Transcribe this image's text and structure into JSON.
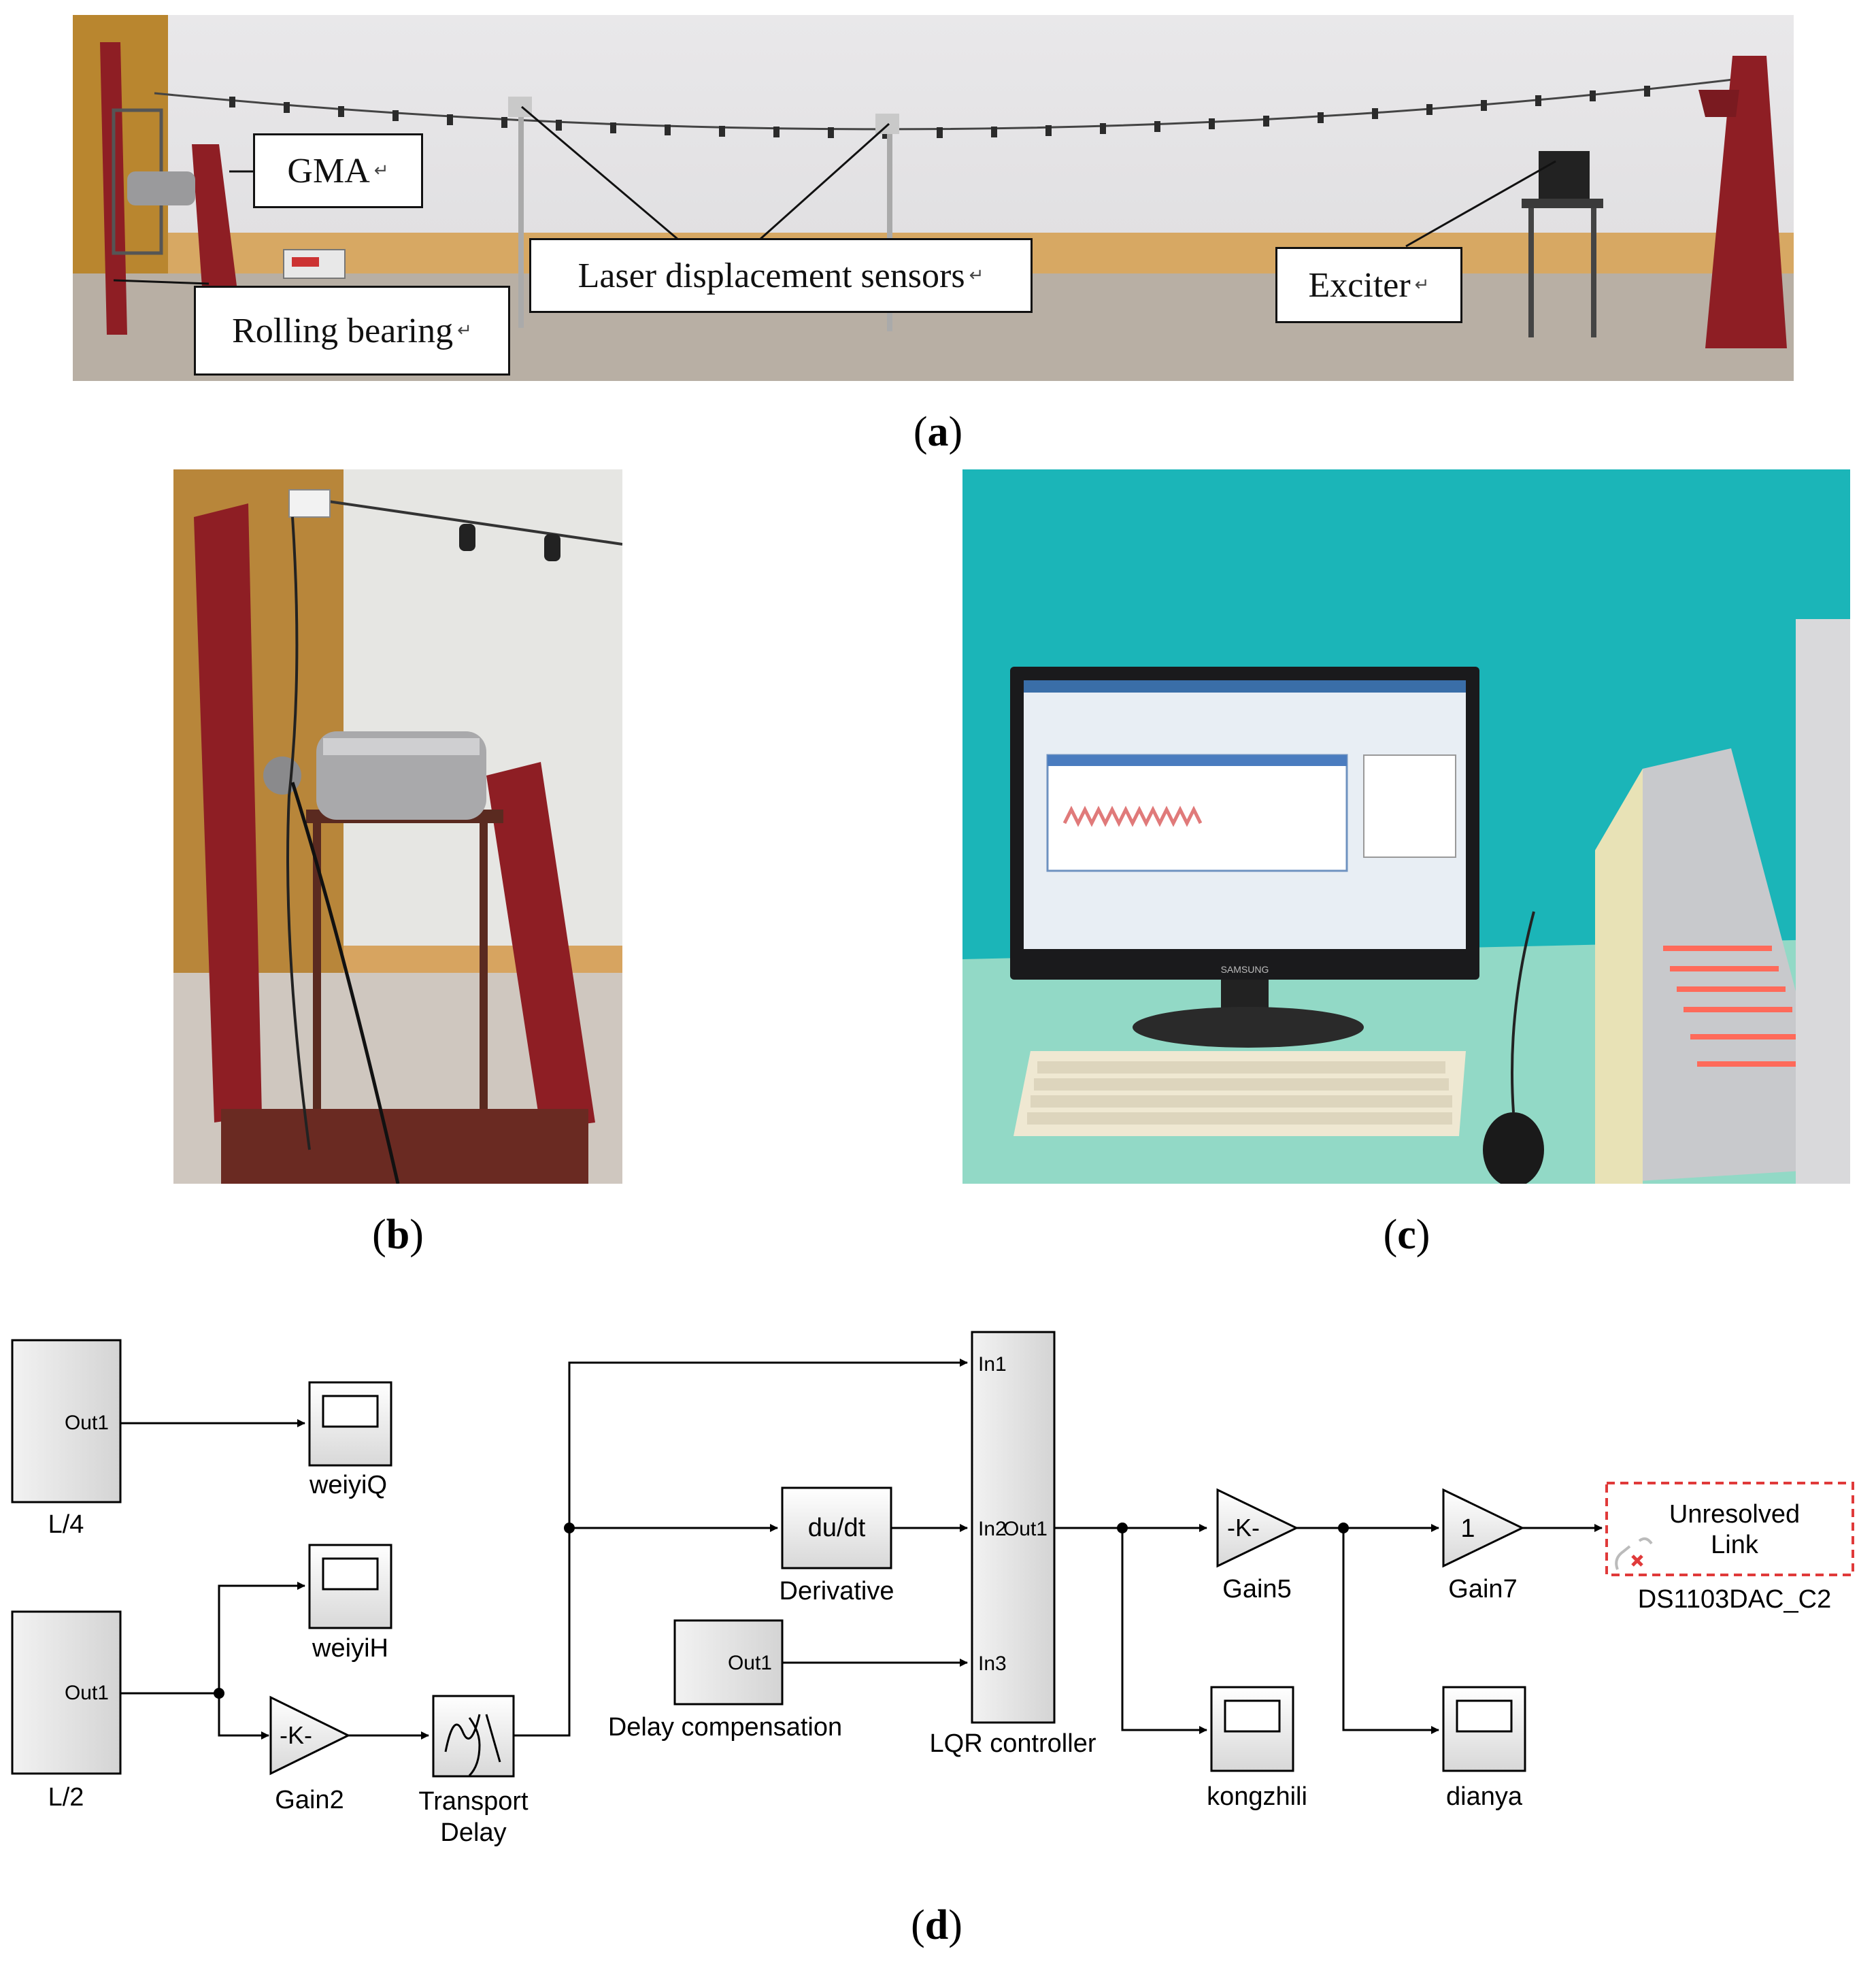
{
  "panel_a": {
    "caption_label": "a",
    "labels": {
      "gma": "GMA",
      "rolling_bearing": "Rolling bearing",
      "laser_sensors": "Laser displacement sensors",
      "exciter": "Exciter"
    }
  },
  "panel_b": {
    "caption_label": "b"
  },
  "panel_c": {
    "caption_label": "c",
    "monitor_brand": "SAMSUNG"
  },
  "panel_d": {
    "caption_label": "d",
    "blocks": {
      "l4": {
        "port": "Out1",
        "label": "L/4"
      },
      "l2": {
        "port": "Out1",
        "label": "L/2"
      },
      "weiyiQ": {
        "label": "weiyiQ"
      },
      "weiyiH": {
        "label": "weiyiH"
      },
      "gain2": {
        "value": "-K-",
        "label": "Gain2"
      },
      "transport_delay": {
        "label_line1": "Transport",
        "label_line2": "Delay"
      },
      "derivative": {
        "value": "du/dt",
        "label": "Derivative"
      },
      "delay_comp": {
        "port": "Out1",
        "label": "Delay compensation"
      },
      "lqr": {
        "in1": "In1",
        "in2": "In2",
        "in3": "In3",
        "out1": "Out1",
        "label": "LQR controller"
      },
      "gain5": {
        "value": "-K-",
        "label": "Gain5"
      },
      "gain7": {
        "value": "1",
        "label": "Gain7"
      },
      "kongzhili": {
        "label": "kongzhili"
      },
      "dianya": {
        "label": "dianya"
      },
      "unresolved": {
        "line1": "Unresolved",
        "line2": "Link",
        "label": "DS1103DAC_C2"
      }
    }
  },
  "colors": {
    "frame_red": "#8e1e24",
    "teal_wall": "#1bb5b8",
    "unresolved_red": "#e03a3a"
  }
}
